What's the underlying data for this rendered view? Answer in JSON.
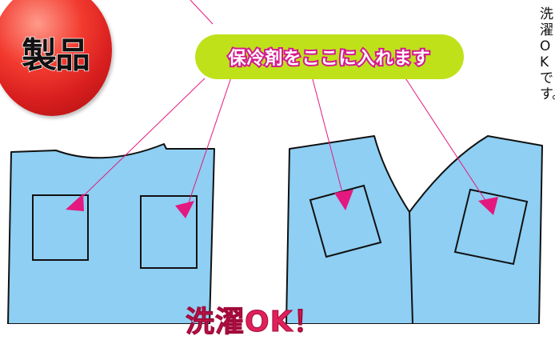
{
  "badge": {
    "label": "製品"
  },
  "callout": {
    "label": "保冷剤をここに入れます"
  },
  "side_text": {
    "label": "洗濯OKです。"
  },
  "wash_text": {
    "label": "洗濯OK！"
  },
  "colors": {
    "fabric": "#8ecff3",
    "outline": "#111111",
    "arrow": "#e3197f",
    "callout_bg": "#bfe11a",
    "badge_red": "#e02a24"
  }
}
